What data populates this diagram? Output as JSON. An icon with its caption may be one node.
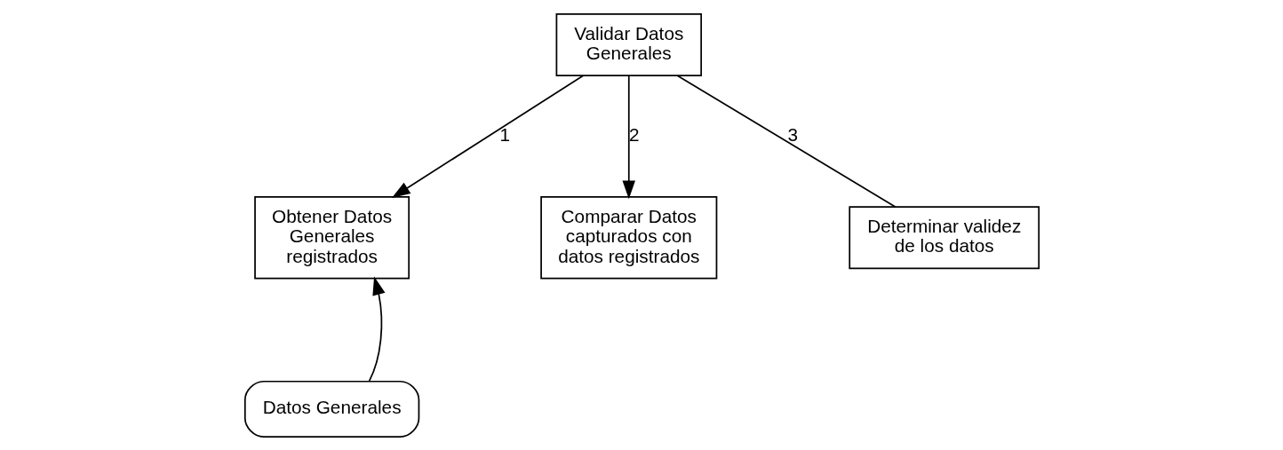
{
  "diagram": {
    "nodes": [
      {
        "text": [
          "Validar Datos Generales"
        ]
      },
      {
        "text": [
          "Obtener Datos Generales registrados"
        ]
      },
      {
        "text": [
          "Comparar Datos capturados con datos registrados"
        ]
      },
      {
        "text": [
          "Determinar validez de los datos"
        ]
      },
      {
        "text": [
          "Datos Generales"
        ]
      }
    ],
    "edges": [
      {
        "from": 0,
        "to": 1,
        "arrow": "to",
        "label": "1"
      },
      {
        "from": 0,
        "to": 2,
        "arrow": "to",
        "label": "2"
      },
      {
        "from": 0,
        "to": 3,
        "arrow": "none",
        "label": "3"
      },
      {
        "from": 4,
        "to": 1,
        "arrow": "to"
      }
    ]
  }
}
